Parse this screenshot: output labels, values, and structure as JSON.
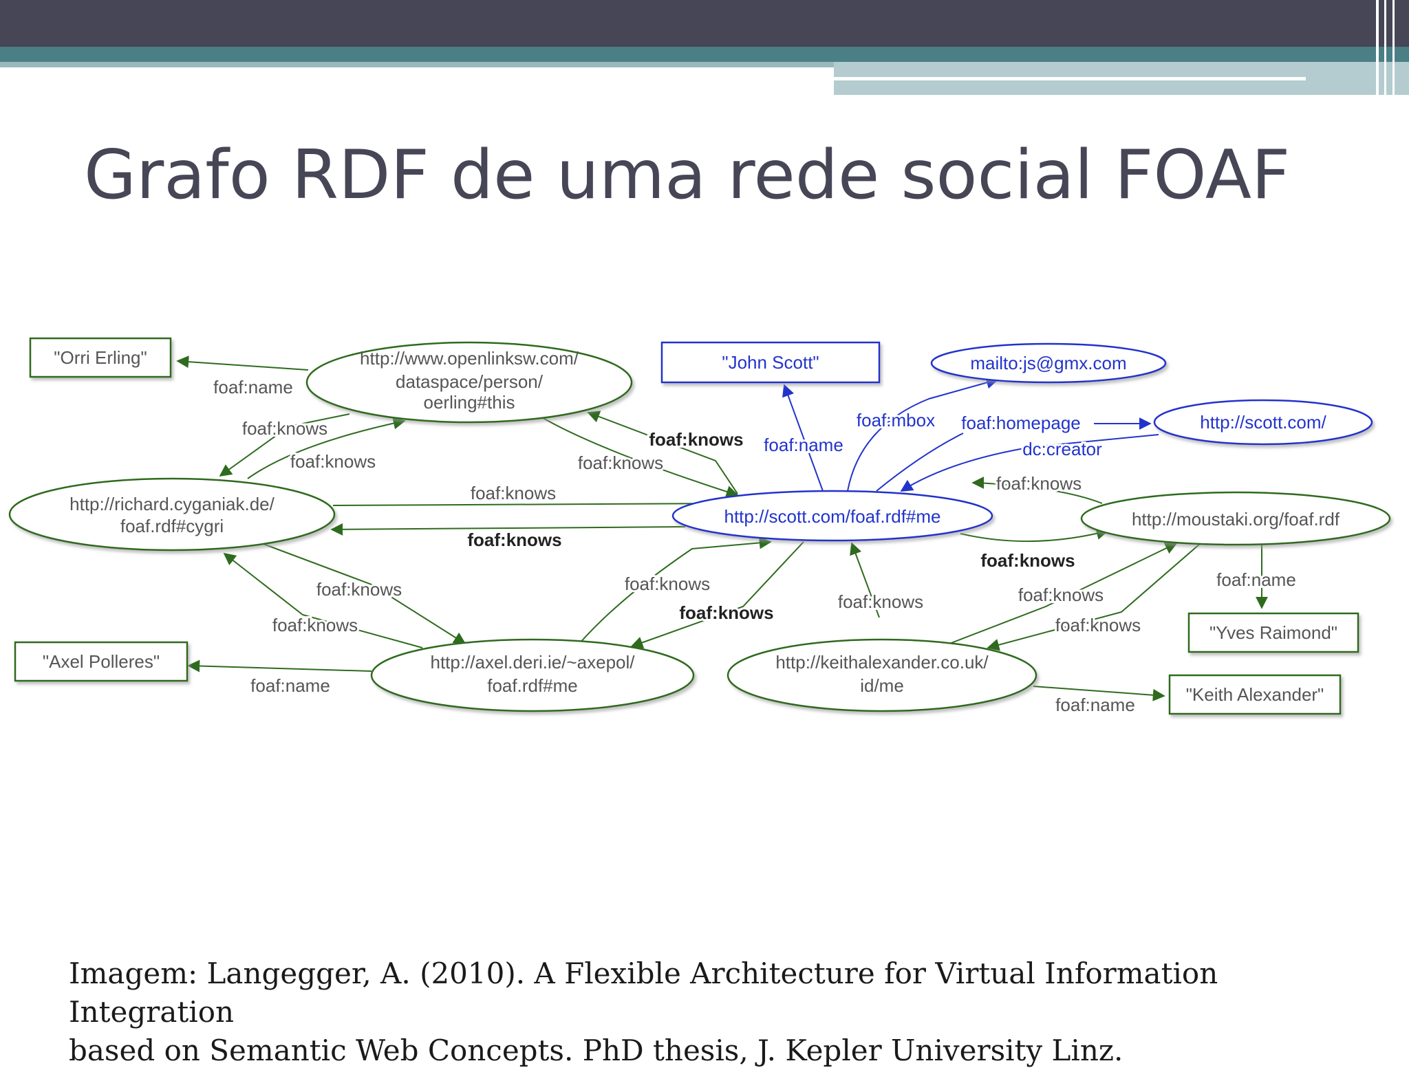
{
  "slide": {
    "title": "Grafo RDF de uma rede social FOAF",
    "citation_line1": "Imagem: Langegger, A. (2010). A Flexible Architecture for Virtual Information Integration",
    "citation_line2": "based on Semantic Web Concepts. PhD thesis, J. Kepler University Linz."
  },
  "colors": {
    "header_dark": "#464656",
    "header_teal": "#4a7f86",
    "green": "#2e6b1e",
    "blue": "#2233cc",
    "text_gray": "#555555"
  },
  "diagram": {
    "nodes": {
      "openlink": [
        "http://www.openlinksw.com/",
        "dataspace/person/",
        "oerling#this"
      ],
      "cygri": [
        "http://richard.cyganiak.de/",
        "foaf.rdf#cygri"
      ],
      "scott": "http://scott.com/foaf.rdf#me",
      "moustaki": "http://moustaki.org/foaf.rdf",
      "axel": [
        "http://axel.deri.ie/~axepol/",
        "foaf.rdf#me"
      ],
      "keith": [
        "http://keithalexander.co.uk/",
        "id/me"
      ],
      "mailto": "mailto:js@gmx.com",
      "homepage": "http://scott.com/"
    },
    "literals": {
      "orri": "\"Orri Erling\"",
      "john": "\"John Scott\"",
      "axel_name": "\"Axel Polleres\"",
      "yves": "\"Yves Raimond\"",
      "keith_name": "\"Keith Alexander\""
    },
    "edge_labels": {
      "foaf_name": "foaf:name",
      "foaf_knows": "foaf:knows",
      "foaf_mbox": "foaf:mbox",
      "foaf_homepage": "foaf:homepage",
      "dc_creator": "dc:creator"
    }
  }
}
